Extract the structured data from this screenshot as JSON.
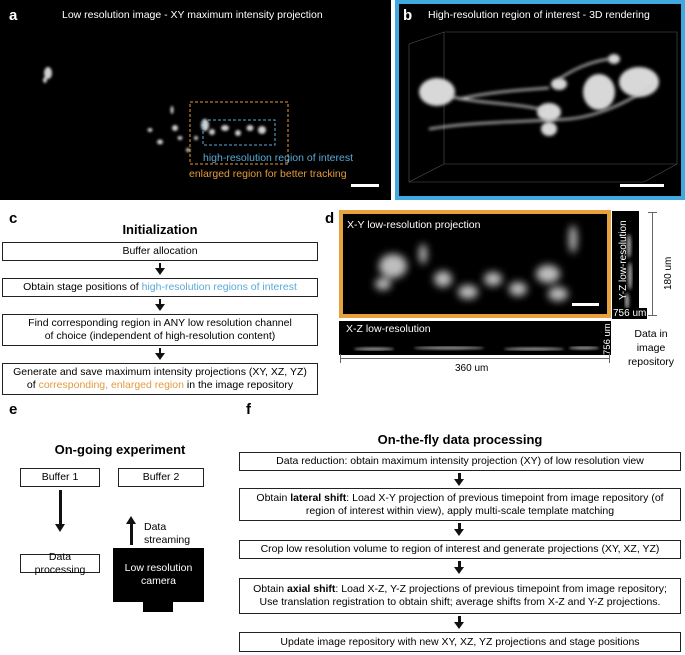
{
  "panels": {
    "a": {
      "letter": "a",
      "title": "Low resolution image - XY maximum intensity projection",
      "roi_label": "high-resolution region of interest",
      "enlarged_label": "enlarged region for better tracking"
    },
    "b": {
      "letter": "b",
      "title": "High-resolution region of interest - 3D rendering"
    },
    "c": {
      "letter": "c",
      "title": "Initialization",
      "steps": {
        "s1": "Buffer allocation",
        "s2_pre": "Obtain stage positions of ",
        "s2_hl": "high-resolution regions of interest",
        "s3_l1": "Find corresponding region in ANY low resolution channel",
        "s3_l2": "of choice (independent of high-resolution content)",
        "s4_l1": "Generate and save maximum intensity projections (XY, XZ, YZ)",
        "s4_l2_pre": "of ",
        "s4_l2_hl": "corresponding, enlarged region",
        "s4_l2_post": " in the image repository"
      }
    },
    "d": {
      "letter": "d",
      "xy_label": "X-Y low-resolution projection",
      "yz_label": "Y-Z low-resolution",
      "xz_label": "X-Z low-resolution",
      "dim_180": "180 um",
      "dim_756a": "756 um",
      "dim_756b": "756 um",
      "dim_360": "360 um",
      "repo_l1": "Data in",
      "repo_l2": "image",
      "repo_l3": "repository"
    },
    "e": {
      "letter": "e",
      "title": "On-going experiment",
      "buffer1": "Buffer 1",
      "buffer2": "Buffer 2",
      "processing": "Data processing",
      "streaming_l1": "Data",
      "streaming_l2": "streaming",
      "camera_l1": "Low resolution",
      "camera_l2": "camera"
    },
    "f": {
      "letter": "f",
      "title": "On-the-fly data processing",
      "steps": {
        "s1": "Data reduction: obtain maximum intensity projection (XY) of low resolution view",
        "s2_pre": "Obtain ",
        "s2_bold": "lateral shift",
        "s2_post": ":  Load X-Y projection of previous timepoint from image repository (of",
        "s2_l2": "region of interest within view), apply multi-scale template matching",
        "s3": "Crop low resolution volume to region of interest and generate projections (XY, XZ, YZ)",
        "s4_pre": "Obtain ",
        "s4_bold": "axial shift",
        "s4_post": ":  Load X-Z, Y-Z projections of previous timepoint from image repository;",
        "s4_l2": "Use translation registration to obtain shift; average shifts from X-Z and Y-Z projections.",
        "s5": "Update image repository with new XY, XZ, YZ projections and stage positions"
      }
    }
  },
  "colors": {
    "roi_blue": "#5aaad8",
    "enlarged_orange": "#e39a3c",
    "frame_blue": "#3fa9e0",
    "frame_orange": "#e8a13c"
  }
}
